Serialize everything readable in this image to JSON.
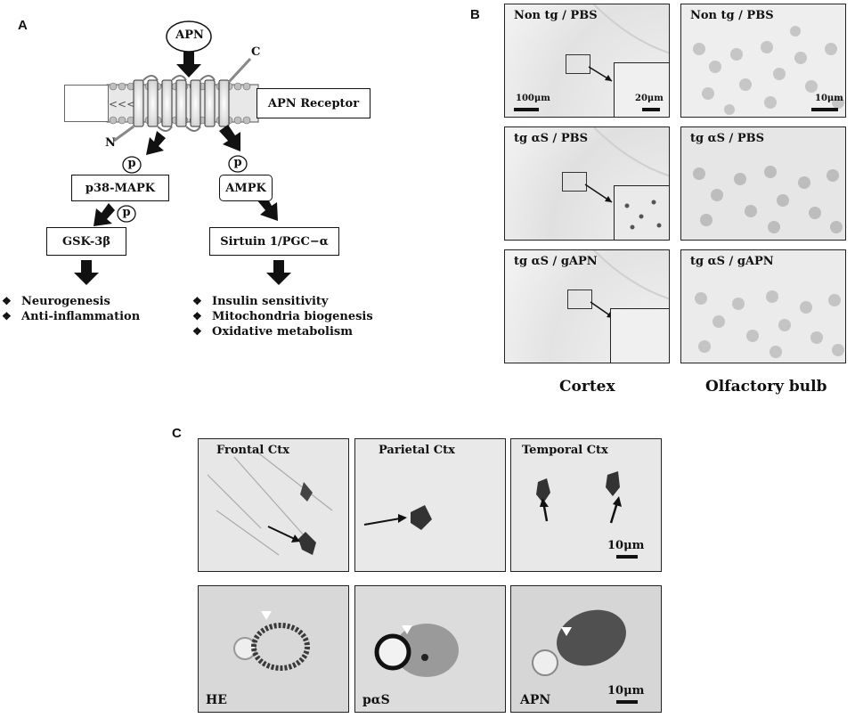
{
  "panel_a": {
    "letter": "A",
    "ligand": "APN",
    "c_terminus": "C",
    "n_terminus": "N",
    "receptor_label": "APN Receptor",
    "phospho": "p",
    "left_kinase": "p38-MAPK",
    "left_target": "GSK-3β",
    "right_kinase": "AMPK",
    "right_target": "Sirtuin 1/PGC−α",
    "bullet_glyph": "❖",
    "left_effects": [
      "Neurogenesis",
      "Anti-inflammation"
    ],
    "right_effects": [
      "Insulin sensitivity",
      "Mitochondria biogenesis",
      "Oxidative metabolism"
    ]
  },
  "panel_b": {
    "letter": "B",
    "rows": [
      {
        "cortex_label": "Non tg / PBS",
        "bulb_label": "Non tg / PBS"
      },
      {
        "cortex_label": "tg αS / PBS",
        "bulb_label": "tg αS / PBS"
      },
      {
        "cortex_label": "tg αS / gAPN",
        "bulb_label": "tg αS / gAPN"
      }
    ],
    "scale_cortex": "100μm",
    "scale_inset": "20μm",
    "scale_bulb": "10μm",
    "col_cortex": "Cortex",
    "col_bulb": "Olfactory bulb"
  },
  "panel_c": {
    "letter": "C",
    "top": [
      "Frontal Ctx",
      "Parietal Ctx",
      "Temporal Ctx"
    ],
    "bottom": [
      "HE",
      "pαS",
      "APN"
    ],
    "scale": "10μm"
  }
}
